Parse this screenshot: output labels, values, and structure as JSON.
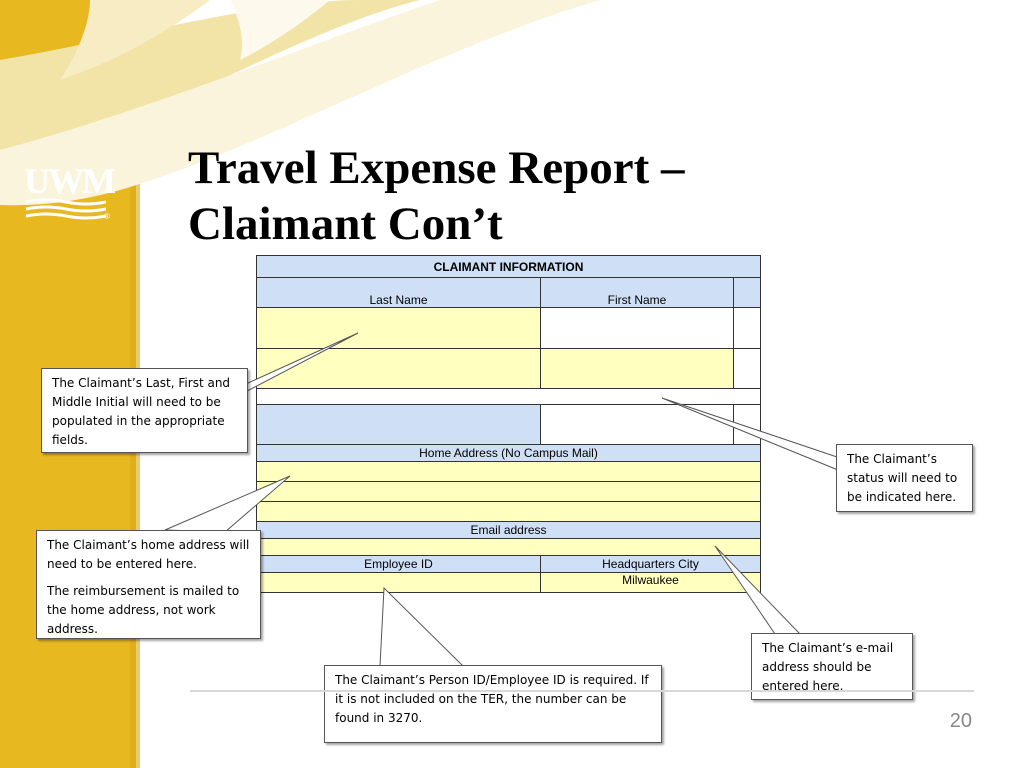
{
  "slide": {
    "title_line1": "Travel Expense Report –",
    "title_line2": "Claimant Con’t",
    "page_number": "20",
    "logo_text": "UWM",
    "logo_reg": "®"
  },
  "colors": {
    "sidebar": "#e8b820",
    "header_cell": "#cfe0f6",
    "input_cell": "#ffffc0"
  },
  "form": {
    "header": "CLAIMANT INFORMATION",
    "last_name_label": "Last Name",
    "first_name_label": "First Name",
    "home_address_label": "Home Address (No Campus Mail)",
    "email_label": "Email address",
    "employee_id_label": "Employee ID",
    "hq_city_label": "Headquarters City",
    "hq_city_value": "Milwaukee"
  },
  "callouts": {
    "name": "The Claimant’s Last, First and Middle Initial will need to be populated in the appropriate fields.",
    "status": "The Claimant’s status will need to be indicated here.",
    "address": "The Claimant’s home address will need to be entered here.",
    "address_note": "The reimbursement is mailed to the home address, not work address.",
    "email": "The Claimant’s e-mail address should be entered here.",
    "employee_id": "The Claimant’s Person ID/Employee ID is required.  If it is not included on the TER, the number can be found in 3270."
  }
}
